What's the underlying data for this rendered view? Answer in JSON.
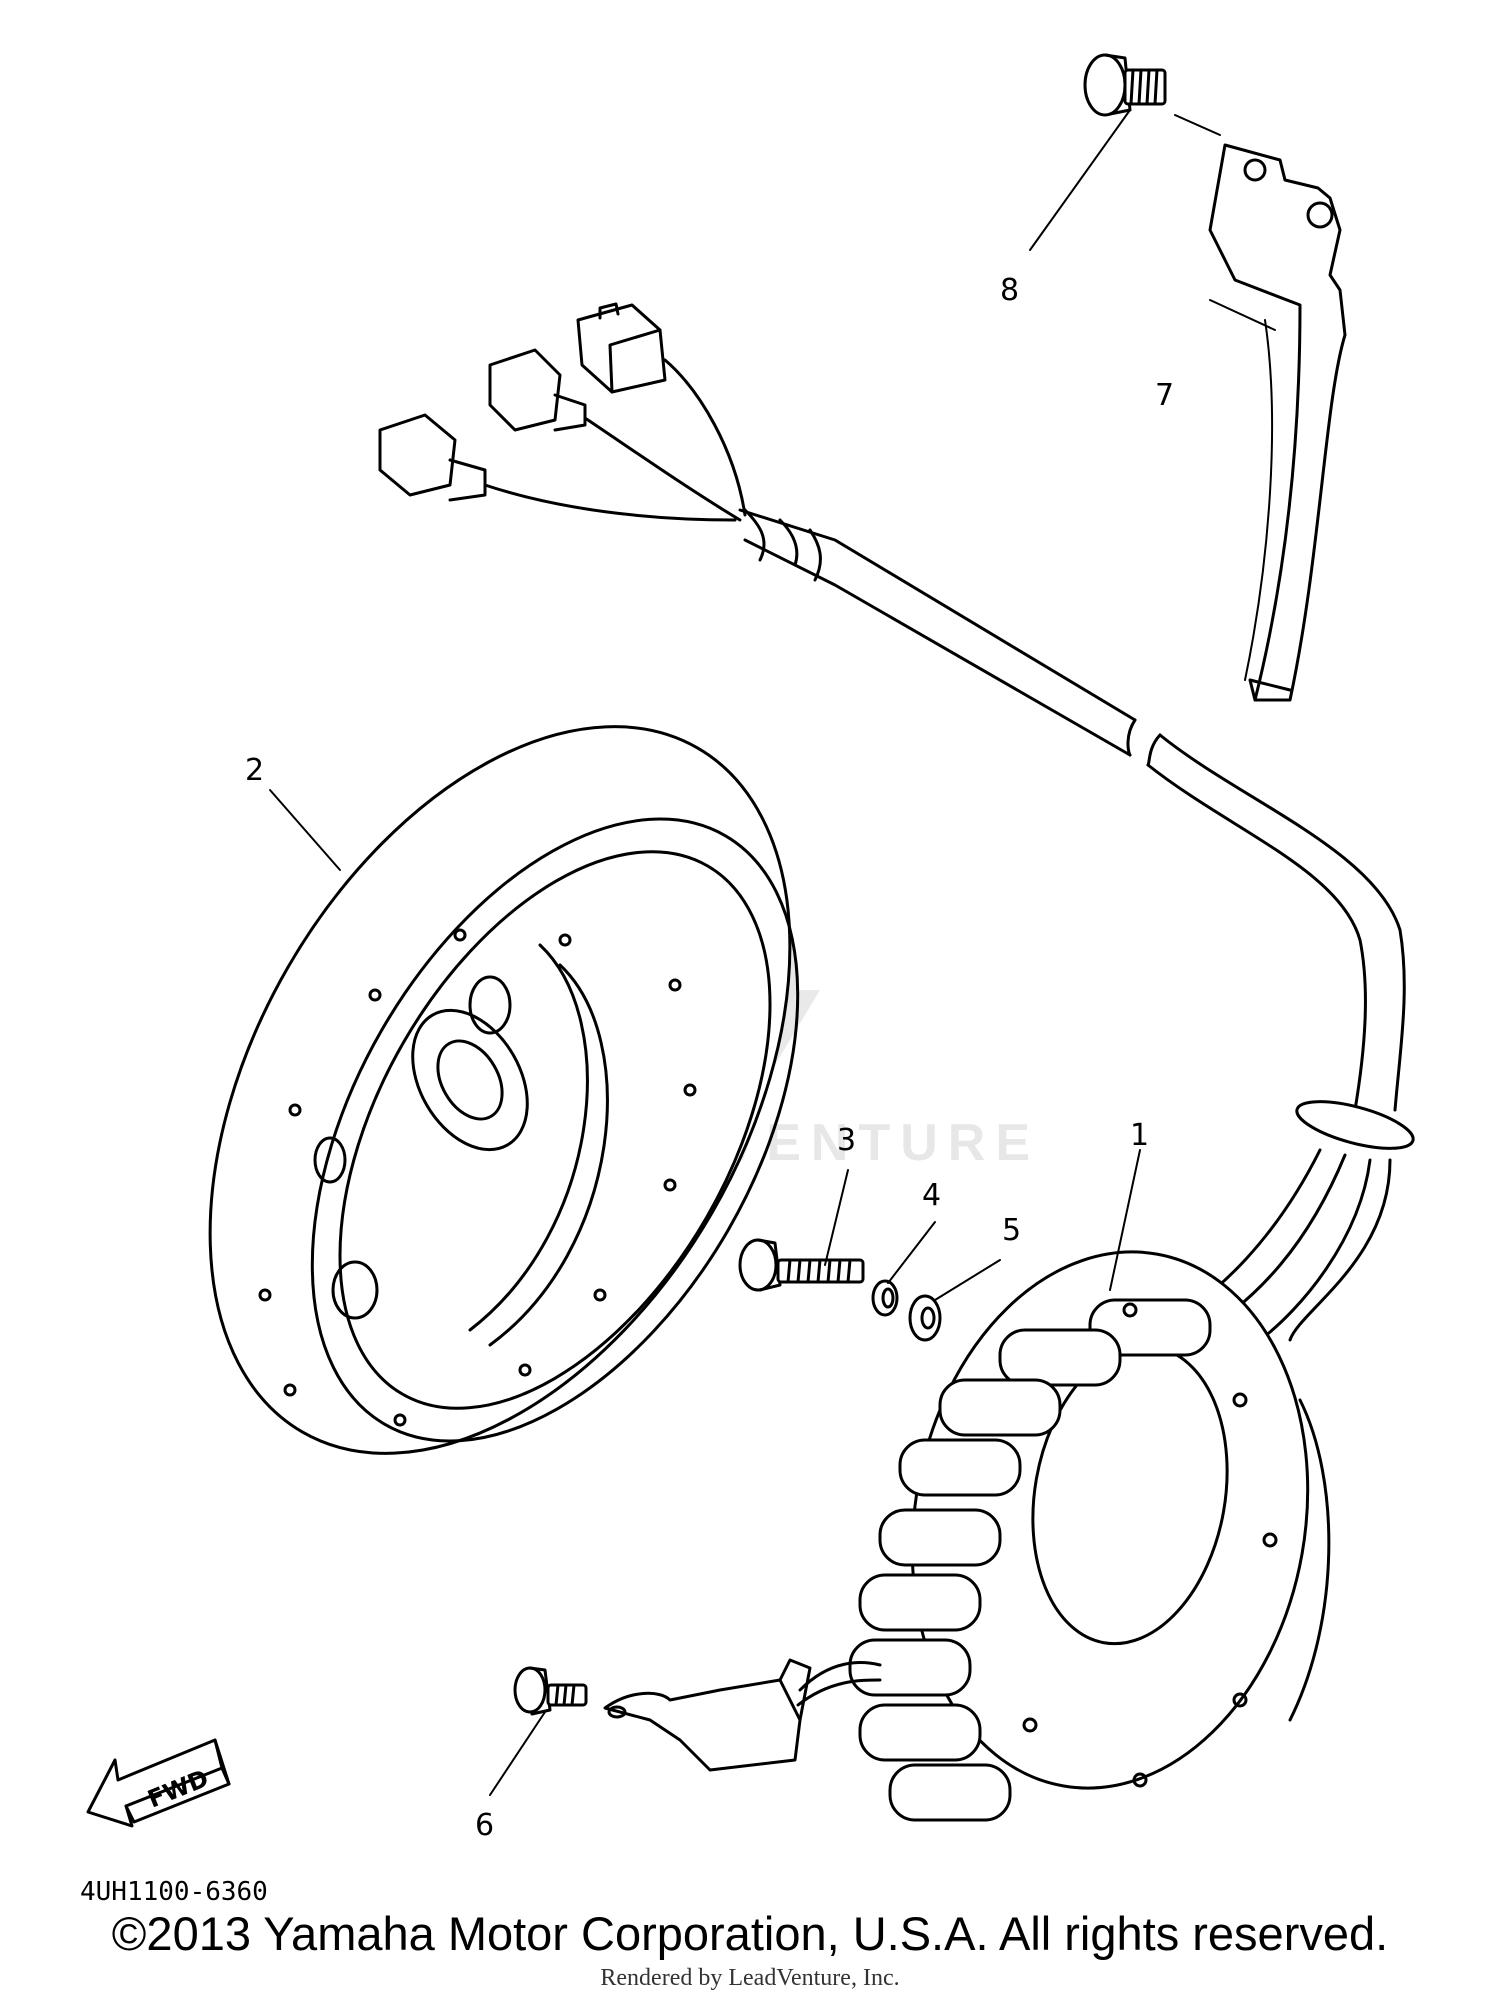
{
  "callouts": [
    {
      "id": "1",
      "label": "1"
    },
    {
      "id": "2",
      "label": "2"
    },
    {
      "id": "3",
      "label": "3"
    },
    {
      "id": "4",
      "label": "4"
    },
    {
      "id": "5",
      "label": "5"
    },
    {
      "id": "6",
      "label": "6"
    },
    {
      "id": "7",
      "label": "7"
    },
    {
      "id": "8",
      "label": "8"
    }
  ],
  "fwd_label": "FWD",
  "diagram_code": "4UH1100-6360",
  "watermark": "LEADVENTURE",
  "copyright": "©2013 Yamaha Motor Corporation, U.S.A. All rights reserved.",
  "rendered_by": "Rendered by LeadVenture, Inc."
}
